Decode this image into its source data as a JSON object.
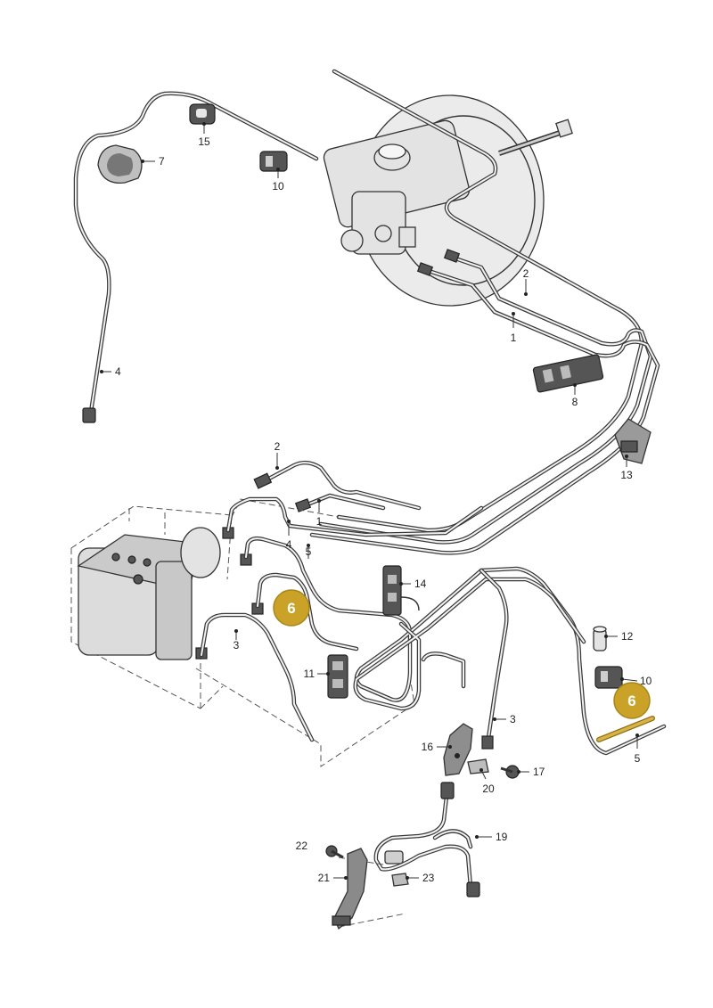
{
  "callouts": [
    {
      "id": "p1-top",
      "text": "1"
    },
    {
      "id": "p2-top",
      "text": "2"
    },
    {
      "id": "p1-mid",
      "text": "1"
    },
    {
      "id": "p2-mid",
      "text": "2"
    },
    {
      "id": "p3-left",
      "text": "3"
    },
    {
      "id": "p3-right",
      "text": "3"
    },
    {
      "id": "p4-mid",
      "text": "4"
    },
    {
      "id": "p4-left",
      "text": "4"
    },
    {
      "id": "p5-mid",
      "text": "5"
    },
    {
      "id": "p5-right",
      "text": "5"
    },
    {
      "id": "p7",
      "text": "7"
    },
    {
      "id": "p8",
      "text": "8"
    },
    {
      "id": "p10-top",
      "text": "10"
    },
    {
      "id": "p10-right",
      "text": "10"
    },
    {
      "id": "p11",
      "text": "11"
    },
    {
      "id": "p12",
      "text": "12"
    },
    {
      "id": "p13",
      "text": "13"
    },
    {
      "id": "p14",
      "text": "14"
    },
    {
      "id": "p15",
      "text": "15"
    },
    {
      "id": "p16",
      "text": "16"
    },
    {
      "id": "p17",
      "text": "17"
    },
    {
      "id": "p19",
      "text": "19"
    },
    {
      "id": "p20",
      "text": "20"
    },
    {
      "id": "p21",
      "text": "21"
    },
    {
      "id": "p22",
      "text": "22"
    },
    {
      "id": "p23",
      "text": "23"
    }
  ],
  "highlights": [
    {
      "id": "hl-left",
      "text": "6"
    },
    {
      "id": "hl-right",
      "text": "6"
    }
  ],
  "colors": {
    "badge": "#c9a227",
    "badge_stroke": "#a8861a",
    "highlight_pipe": "#d9b347"
  }
}
